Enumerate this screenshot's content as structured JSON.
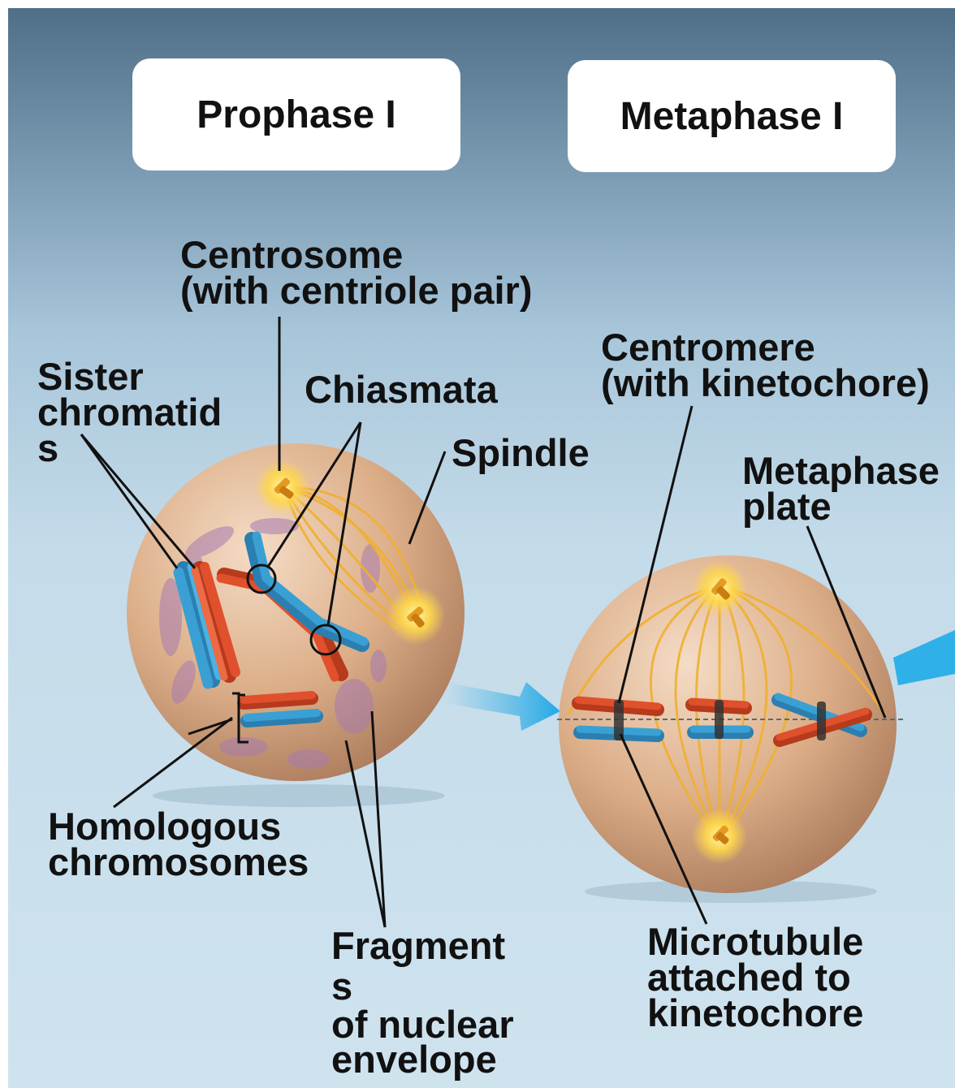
{
  "stages": {
    "prophase": "Prophase I",
    "metaphase": "Metaphase I"
  },
  "labels": {
    "centrosome": [
      "Centrosome",
      "(with centriole pair)"
    ],
    "sister_chromatids": [
      "Sister",
      "chromatid",
      "s"
    ],
    "chiasmata": "Chiasmata",
    "spindle": "Spindle",
    "homologous": [
      "Homologous",
      "chromosomes"
    ],
    "fragments": [
      "Fragment",
      "s",
      "of nuclear",
      "envelope"
    ],
    "centromere": [
      "Centromere",
      "(with kinetochore)"
    ],
    "metaphase_plate": [
      "Metaphase",
      "plate"
    ],
    "microtubule": [
      "Microtubule",
      "attached to",
      "kinetochore"
    ]
  },
  "colors": {
    "maternal_chromosome": "#e0502c",
    "paternal_chromosome": "#3aa0d4",
    "cell": "#d4a27e",
    "spindle_fiber": "#f0b030",
    "envelope_fragment": "#a77bb0",
    "arrow": "#3db4e6"
  }
}
